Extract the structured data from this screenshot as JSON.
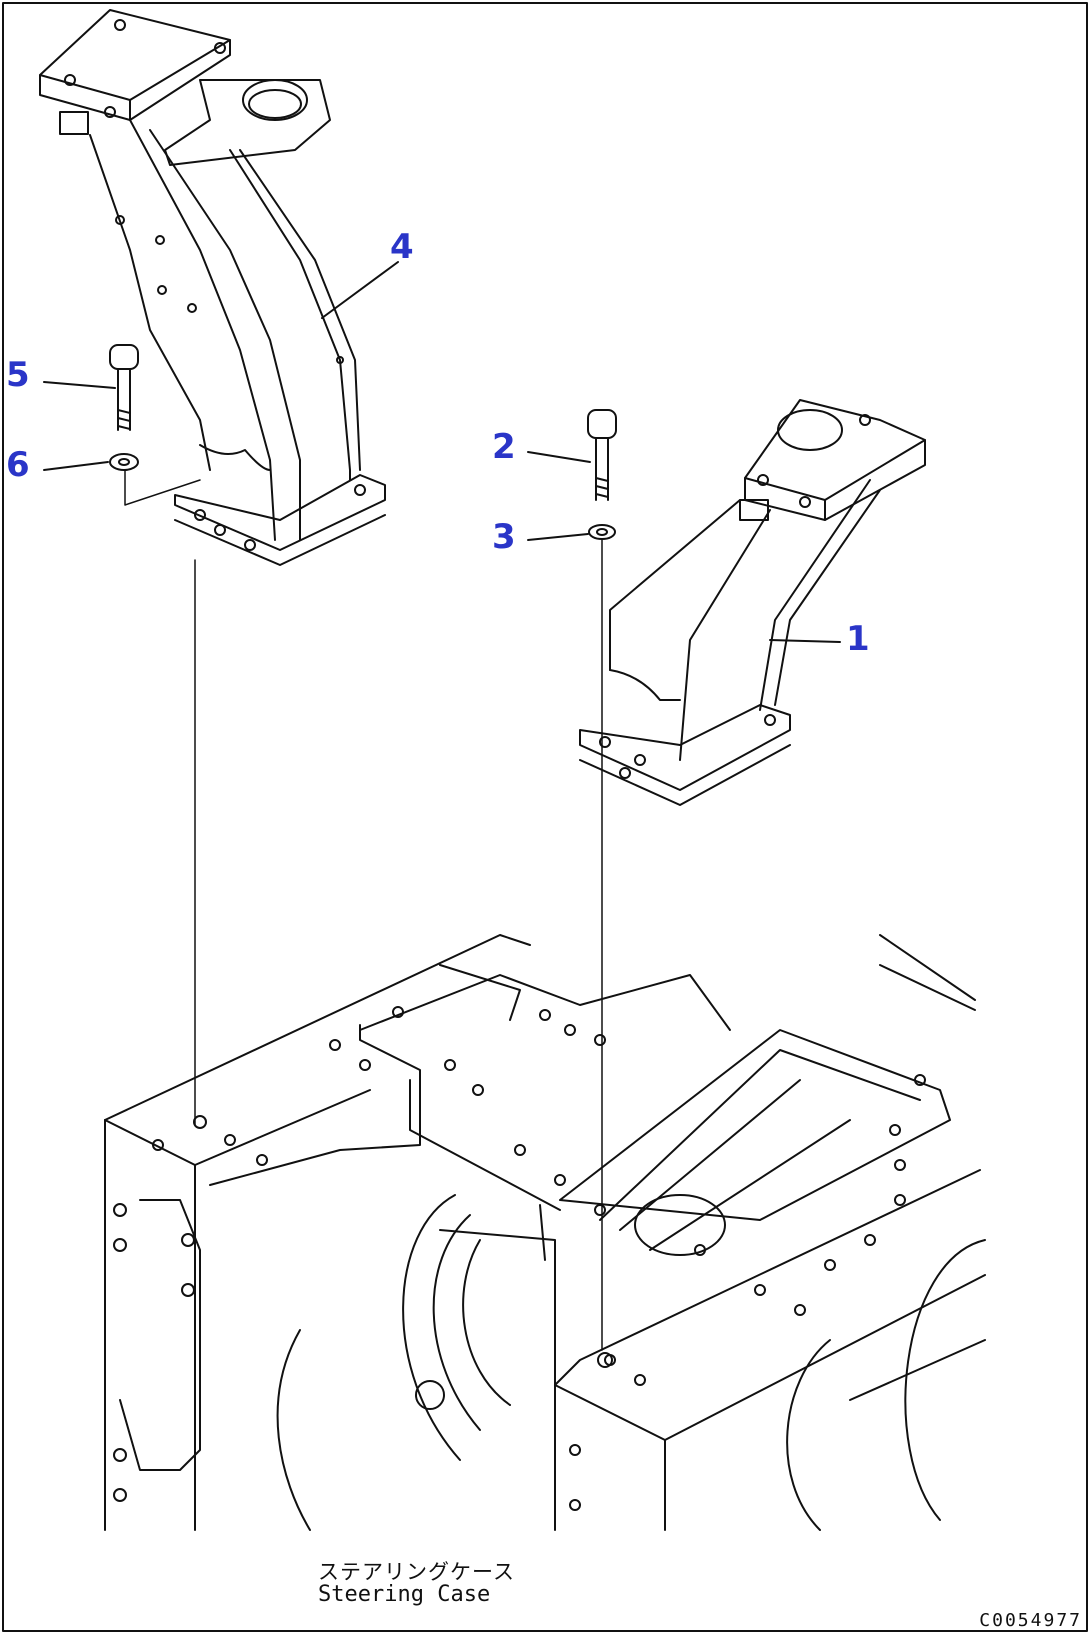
{
  "diagram": {
    "callouts": [
      {
        "id": "1",
        "label": "1"
      },
      {
        "id": "2",
        "label": "2"
      },
      {
        "id": "3",
        "label": "3"
      },
      {
        "id": "4",
        "label": "4"
      },
      {
        "id": "5",
        "label": "5"
      },
      {
        "id": "6",
        "label": "6"
      }
    ],
    "case_label_jp": "ステアリングケース",
    "case_label_en": "Steering Case",
    "drawing_number": "C0054977",
    "callout_color": "#2a35c8",
    "line_color": "#111111"
  }
}
